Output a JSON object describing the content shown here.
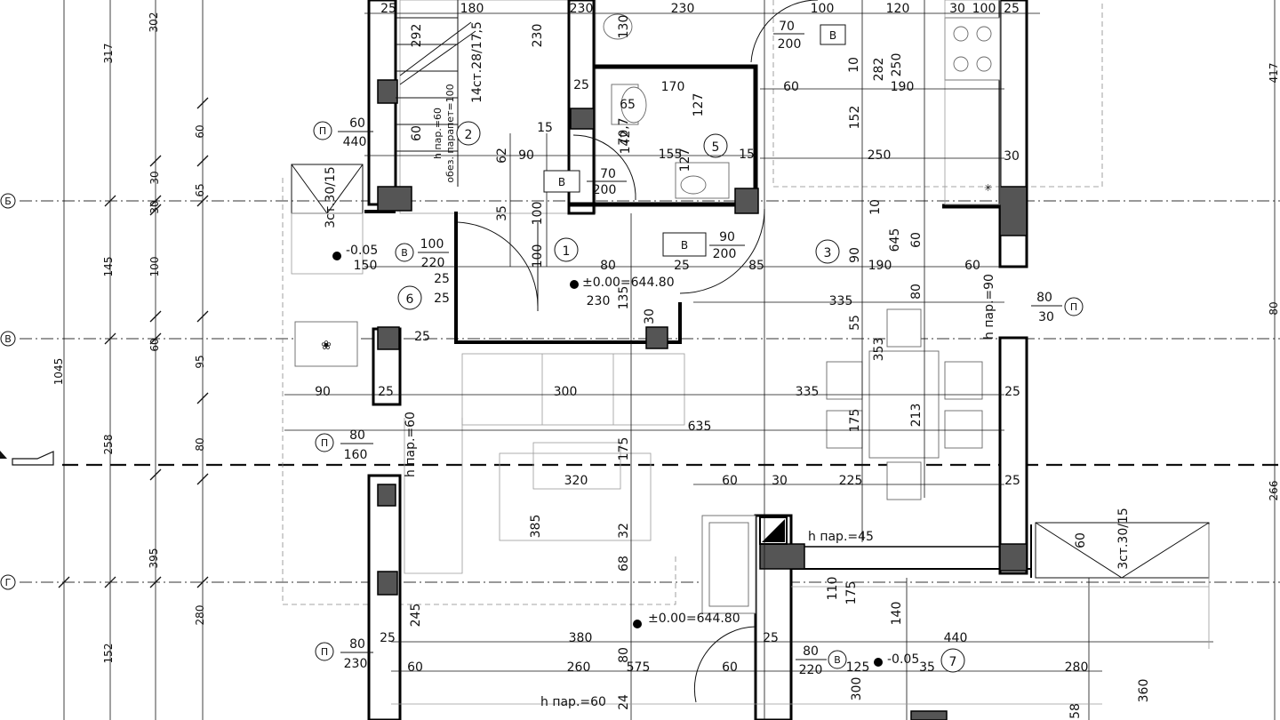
{
  "axes": [
    {
      "id": "axis-b",
      "label": "Б"
    },
    {
      "id": "axis-v",
      "label": "В"
    },
    {
      "id": "axis-g",
      "label": "Г"
    }
  ],
  "rooms": [
    "1",
    "2",
    "3",
    "5",
    "6",
    "7"
  ],
  "doors": [
    {
      "letter": "В",
      "width": "70",
      "height": "200"
    },
    {
      "letter": "В",
      "width": "70",
      "height": "200"
    },
    {
      "letter": "В",
      "width": "90",
      "height": "200"
    },
    {
      "letter": "В",
      "width": "100",
      "height": "220"
    },
    {
      "letter": "В",
      "width": "80",
      "height": "220"
    }
  ],
  "windows": [
    {
      "letter": "П",
      "width": "60",
      "height": "440"
    },
    {
      "letter": "П",
      "width": "80",
      "height": "30"
    },
    {
      "letter": "П",
      "width": "80",
      "height": "160"
    },
    {
      "letter": "П",
      "width": "80",
      "height": "230"
    }
  ],
  "elevations": {
    "main_a": "±0.00=644.80",
    "main_b": "±0.00=644.80",
    "terrace_a": "-0.05",
    "terrace_b": "-0.05"
  },
  "notes": {
    "stair_steps": "14ст.28/17,5",
    "stair_hparapet": "h пар.=60",
    "stair_guard": "обез. парапет=100",
    "steps_left": "3ст.30/15",
    "steps_right": "3ст.30/15",
    "sill_90": "h пар.=90",
    "sill_60": "h пар.=60",
    "sill_45": "h пар.=45",
    "sill_60b": "h пар.=60"
  },
  "dims_left": [
    "317",
    "302",
    "1045",
    "258",
    "395",
    "152"
  ],
  "dims_left2": [
    "60",
    "65",
    "30",
    "145",
    "60",
    "95",
    "80",
    "280"
  ],
  "dims_left3": [
    "30",
    "100"
  ],
  "dims_right": [
    "417",
    "80",
    "266"
  ],
  "dims_interior": [
    "25",
    "180",
    "230",
    "25",
    "230",
    "100",
    "120",
    "30",
    "100",
    "25",
    "292",
    "230",
    "130",
    "60",
    "170",
    "190",
    "250",
    "282",
    "10",
    "60",
    "62",
    "90",
    "15",
    "142",
    "155",
    "127",
    "15",
    "152",
    "250",
    "70,7",
    "65",
    "127",
    "35",
    "100",
    "10",
    "645",
    "60",
    "30",
    "90",
    "100",
    "80",
    "25",
    "85",
    "190",
    "60",
    "150",
    "25",
    "25",
    "230",
    "135",
    "30",
    "335",
    "80",
    "55",
    "353",
    "25",
    "90",
    "25",
    "300",
    "335",
    "635",
    "175",
    "213",
    "175",
    "25",
    "320",
    "385",
    "60",
    "30",
    "225",
    "25",
    "32",
    "68",
    "60",
    "245",
    "380",
    "80",
    "110",
    "175",
    "140",
    "440",
    "25",
    "25",
    "60",
    "260",
    "575",
    "60",
    "125",
    "35",
    "280",
    "360",
    "300",
    "24",
    "58"
  ]
}
